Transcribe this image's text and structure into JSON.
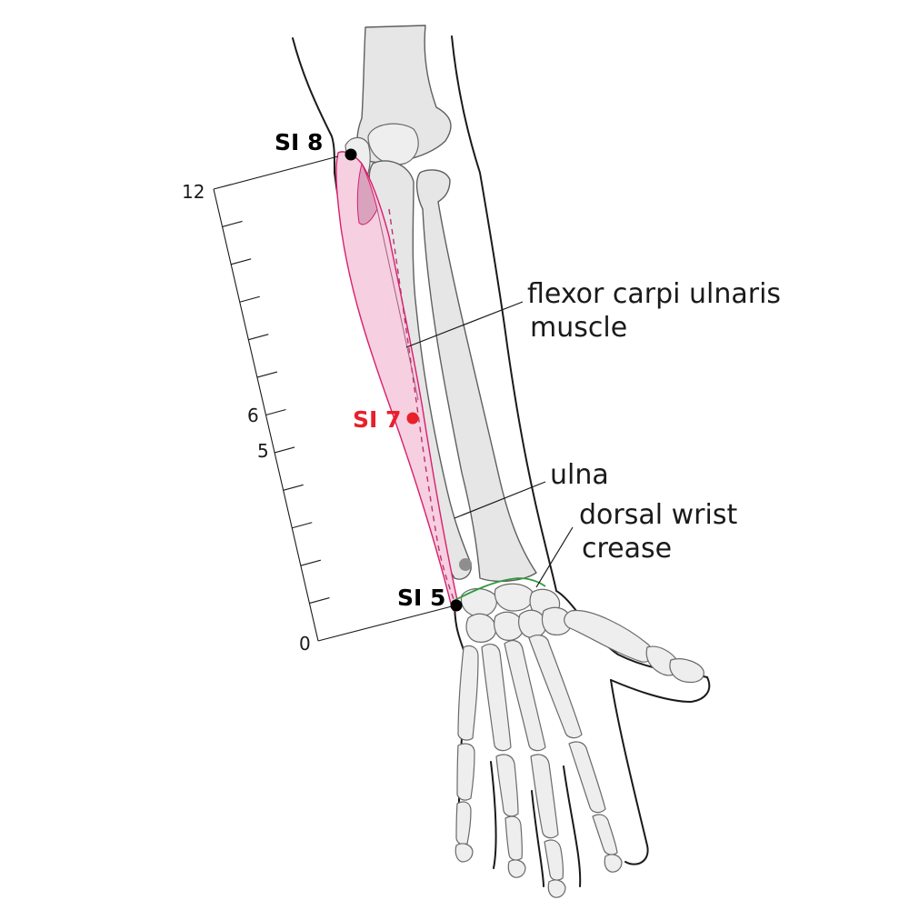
{
  "points": [
    {
      "id": "si8",
      "label": "SI 8",
      "color": "#000000"
    },
    {
      "id": "si7",
      "label": "SI 7",
      "color": "#e8202a"
    },
    {
      "id": "si5",
      "label": "SI 5",
      "color": "#000000"
    }
  ],
  "labels": {
    "muscle_line1": "flexor carpi ulnaris",
    "muscle_line2": "muscle",
    "bone": "ulna",
    "crease_line1": "dorsal wrist",
    "crease_line2": "crease"
  },
  "scale": {
    "tick_labels": [
      "12",
      "6",
      "5",
      "0"
    ],
    "divisions": 12
  },
  "colors": {
    "muscle_fill": "#f6cfe0",
    "muscle_outline": "#d6206e",
    "bone_fill": "#e6e6e6",
    "crease": "#2e9b3e",
    "highlight_point": "#e8202a"
  }
}
